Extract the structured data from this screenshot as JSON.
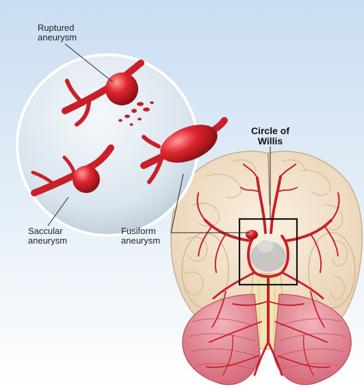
{
  "labels": {
    "ruptured": [
      "Ruptured",
      "aneurysm"
    ],
    "saccular": [
      "Saccular",
      "aneurysm"
    ],
    "fusiform": [
      "Fusiform",
      "aneurysm"
    ],
    "circle_of_willis": [
      "Circle of",
      "Willis"
    ]
  },
  "colors": {
    "background_top": "#c9ddf1",
    "background_bottom": "#ffffff",
    "artery": "#c8202a",
    "artery_highlight": "#f06a6a",
    "cerebrum": "#f1e3cf",
    "cerebellum": "#e58b97",
    "brainstem": "#f3e7b8",
    "inset_circle": "#dfe8ef"
  }
}
